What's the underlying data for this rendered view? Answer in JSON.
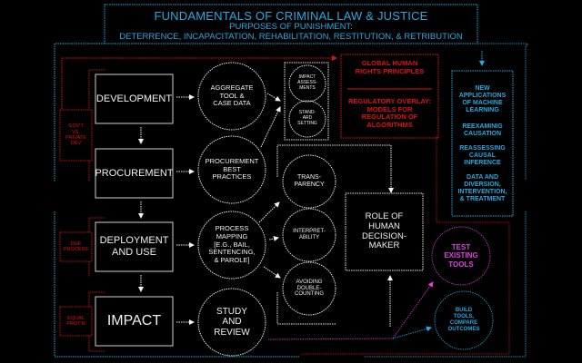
{
  "header": {
    "title": "Fundamentals of Criminal Law & Justice",
    "subtitle_1": "Purposes of Punishment:",
    "subtitle_2": "Deterrence, Incapacitation, Rehabilitation, Restitution, & Retribution"
  },
  "stages": [
    {
      "label": "Development"
    },
    {
      "label": "Procurement"
    },
    {
      "label": "Deployment\nand Use"
    },
    {
      "label": "Impact"
    }
  ],
  "side_labels": [
    {
      "label": "Gov't\nvs.\nprivate\ndev"
    },
    {
      "label": "Due\nprocess"
    },
    {
      "label": "Equal\nprot'n"
    }
  ],
  "activities": [
    {
      "label": "Aggregate\ntool &\ncase data"
    },
    {
      "label": "Procurement\nBest\nPractices"
    },
    {
      "label": "Process\nMapping\n[e.g., bail,\nsentencing,\n& parole]"
    },
    {
      "label": "Study\nand\nReview"
    }
  ],
  "assessment_circles": [
    {
      "label": "Impact\nassess-\nments"
    },
    {
      "label": "Stand-\nard\nsetting"
    }
  ],
  "values": [
    {
      "label": "Trans-\nparency"
    },
    {
      "label": "Interpret-\nability"
    },
    {
      "label": "Avoiding\ndouble-\ncounting"
    }
  ],
  "human_role": {
    "label": "Role of\nhuman\ndecision-\nmaker"
  },
  "rights_box": {
    "top": "Global Human\nRights Principles",
    "bottom": "Regulatory Overlay:\nModels for\nRegulation of\nAlgorithms"
  },
  "research_box": {
    "items": [
      "New\napplications\nof machine\nlearning",
      "Reexaminig\ncausation",
      "Reassessing\ncausal\ninference",
      "Data and\ndiversion,\nintervention,\n& treatment"
    ]
  },
  "outcomes": [
    {
      "label": "Test\nexisting\ntools"
    },
    {
      "label": "Build\ntools,\ncompare\noutcomes"
    }
  ],
  "colors": {
    "background": "#000000",
    "blue": "#29a9e0",
    "red": "#e01010",
    "white": "#f2f2f2",
    "magenta": "#e040e0",
    "teal": "#1e88b8"
  }
}
